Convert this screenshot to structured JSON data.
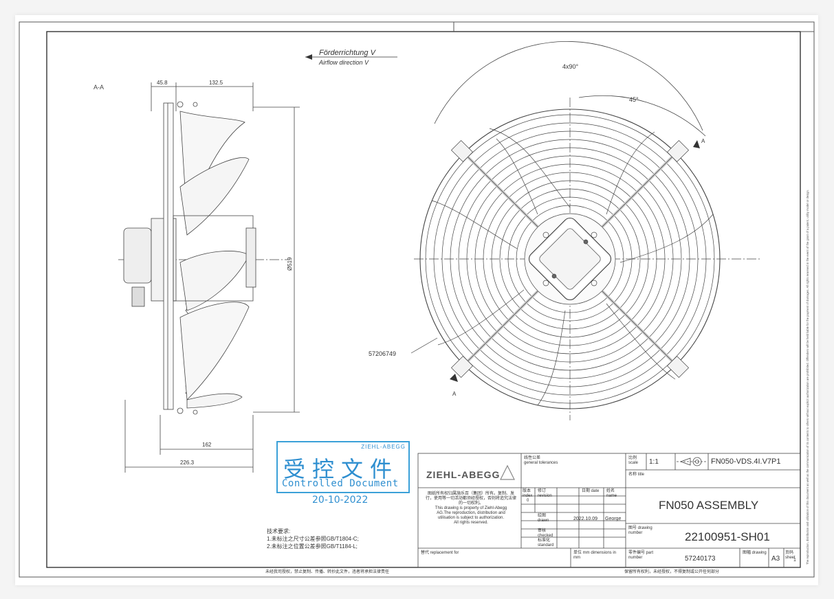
{
  "view_label": "A-A",
  "airflow": {
    "de": "Förderrichtung V",
    "en": "Airflow direction V"
  },
  "dims": {
    "d1": "45.8",
    "d2": "132.5",
    "d3": "Ø519",
    "d4": "162",
    "d5": "226.3",
    "angle1": "4x90°",
    "angle2": "45°",
    "part_ref": "57206749",
    "section_a_top": "A",
    "section_a_bottom": "A"
  },
  "stamp": {
    "brand": "ZIEHL-ABEGG",
    "cn": "受控文件",
    "en": "Controlled Document",
    "date": "20-10-2022"
  },
  "notes": {
    "title": "技术要求:",
    "line1": "1.未标注之尺寸公差参照GB/T1804-C;",
    "line2": "2.未标注之位置公差参照GB/T1184-L;"
  },
  "footer": {
    "left": "未经我司授权，禁止复制、传播、转抄此文件，违者将承担法律责任",
    "right": "保留所有权利，未经授权，不得复制或公开任何部分"
  },
  "title_block": {
    "logo": "ZIEHL-ABEGG",
    "tol_cn": "线性公差",
    "tol_en": "general tolerances",
    "prop_cn": "图纸所有权归属施乐百（集团）所有。复制、发行，使用等一切活动都须经授权，否则将追究法律的一切权利。",
    "prop_en1": "This drawing is property of Ziehl-Abegg",
    "prop_en2": "AG.The reproduction, distribution and",
    "prop_en3": "utilisation is subject to authorization.",
    "prop_en4": "All rights reserved.",
    "col_index": "版本 index",
    "col_revision": "修订 revision",
    "col_date": "日期 date",
    "col_name": "姓名 name",
    "index_val": "0",
    "drawn_label": "绘图 drawn",
    "checked_label": "审核 checked",
    "standard_label": "标准化 standard",
    "drawn_date": "2022.10.09",
    "drawn_name": "George",
    "scale_label": "比例 scale",
    "scale": "1:1",
    "model": "FN050-VDS.4I.V7P1",
    "title_label": "名称 title",
    "title": "FN050 ASSEMBLY",
    "drawing_no_label": "图号 drawing number",
    "drawing_no": "22100951-SH01",
    "replacement_label": "替代 replacement for",
    "dimensions_label": "单位 mm dimensions in mm",
    "part_no_label": "零件编号 part number",
    "part_no": "57240173",
    "format_label": "图幅 drawing",
    "format": "A3",
    "sheet_label": "页码 sheet",
    "sheet": "1"
  },
  "side_text": "The reproduction, distribution and utilization of this document as well as the communication of its contents to others without explicit authorization are prohibited. Offenders will be held liable for the payment of damages. All rights reserved in the event of the grant of a patent, utility model or design."
}
